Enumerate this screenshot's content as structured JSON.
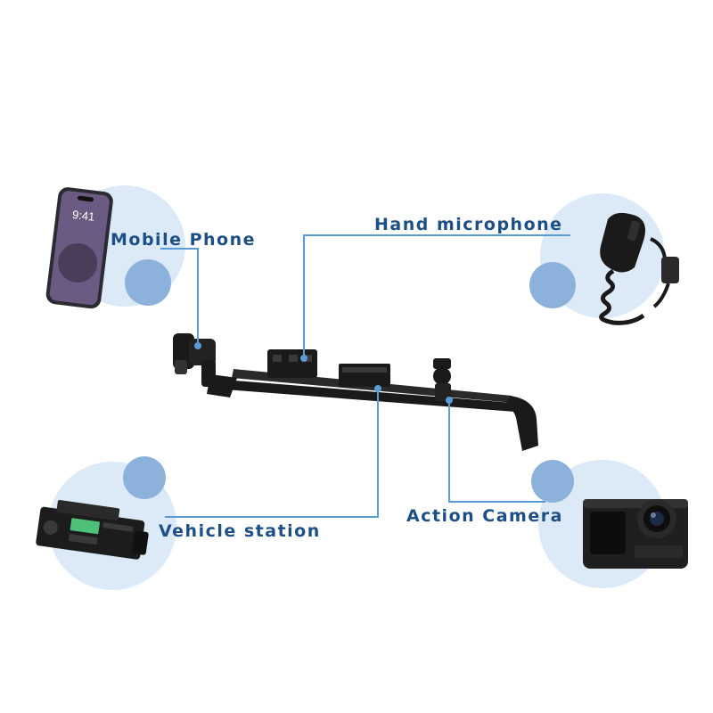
{
  "labels": {
    "mobile_phone": "Mobile Phone",
    "hand_microphone": "Hand microphone",
    "vehicle_station": "Vehicle station",
    "action_camera": "Action Camera"
  },
  "phone_screen": {
    "time": "9:41"
  },
  "colors": {
    "label_text": "#1d4f87",
    "connector_line": "#5a9bd5",
    "circle_light": "#dce9f6",
    "circle_dark": "#8cb2dc",
    "product_black": "#1a1a1a"
  },
  "icons": [
    "smartphone-icon",
    "hand-microphone-icon",
    "vehicle-radio-icon",
    "action-camera-icon",
    "mounting-bar-icon"
  ]
}
